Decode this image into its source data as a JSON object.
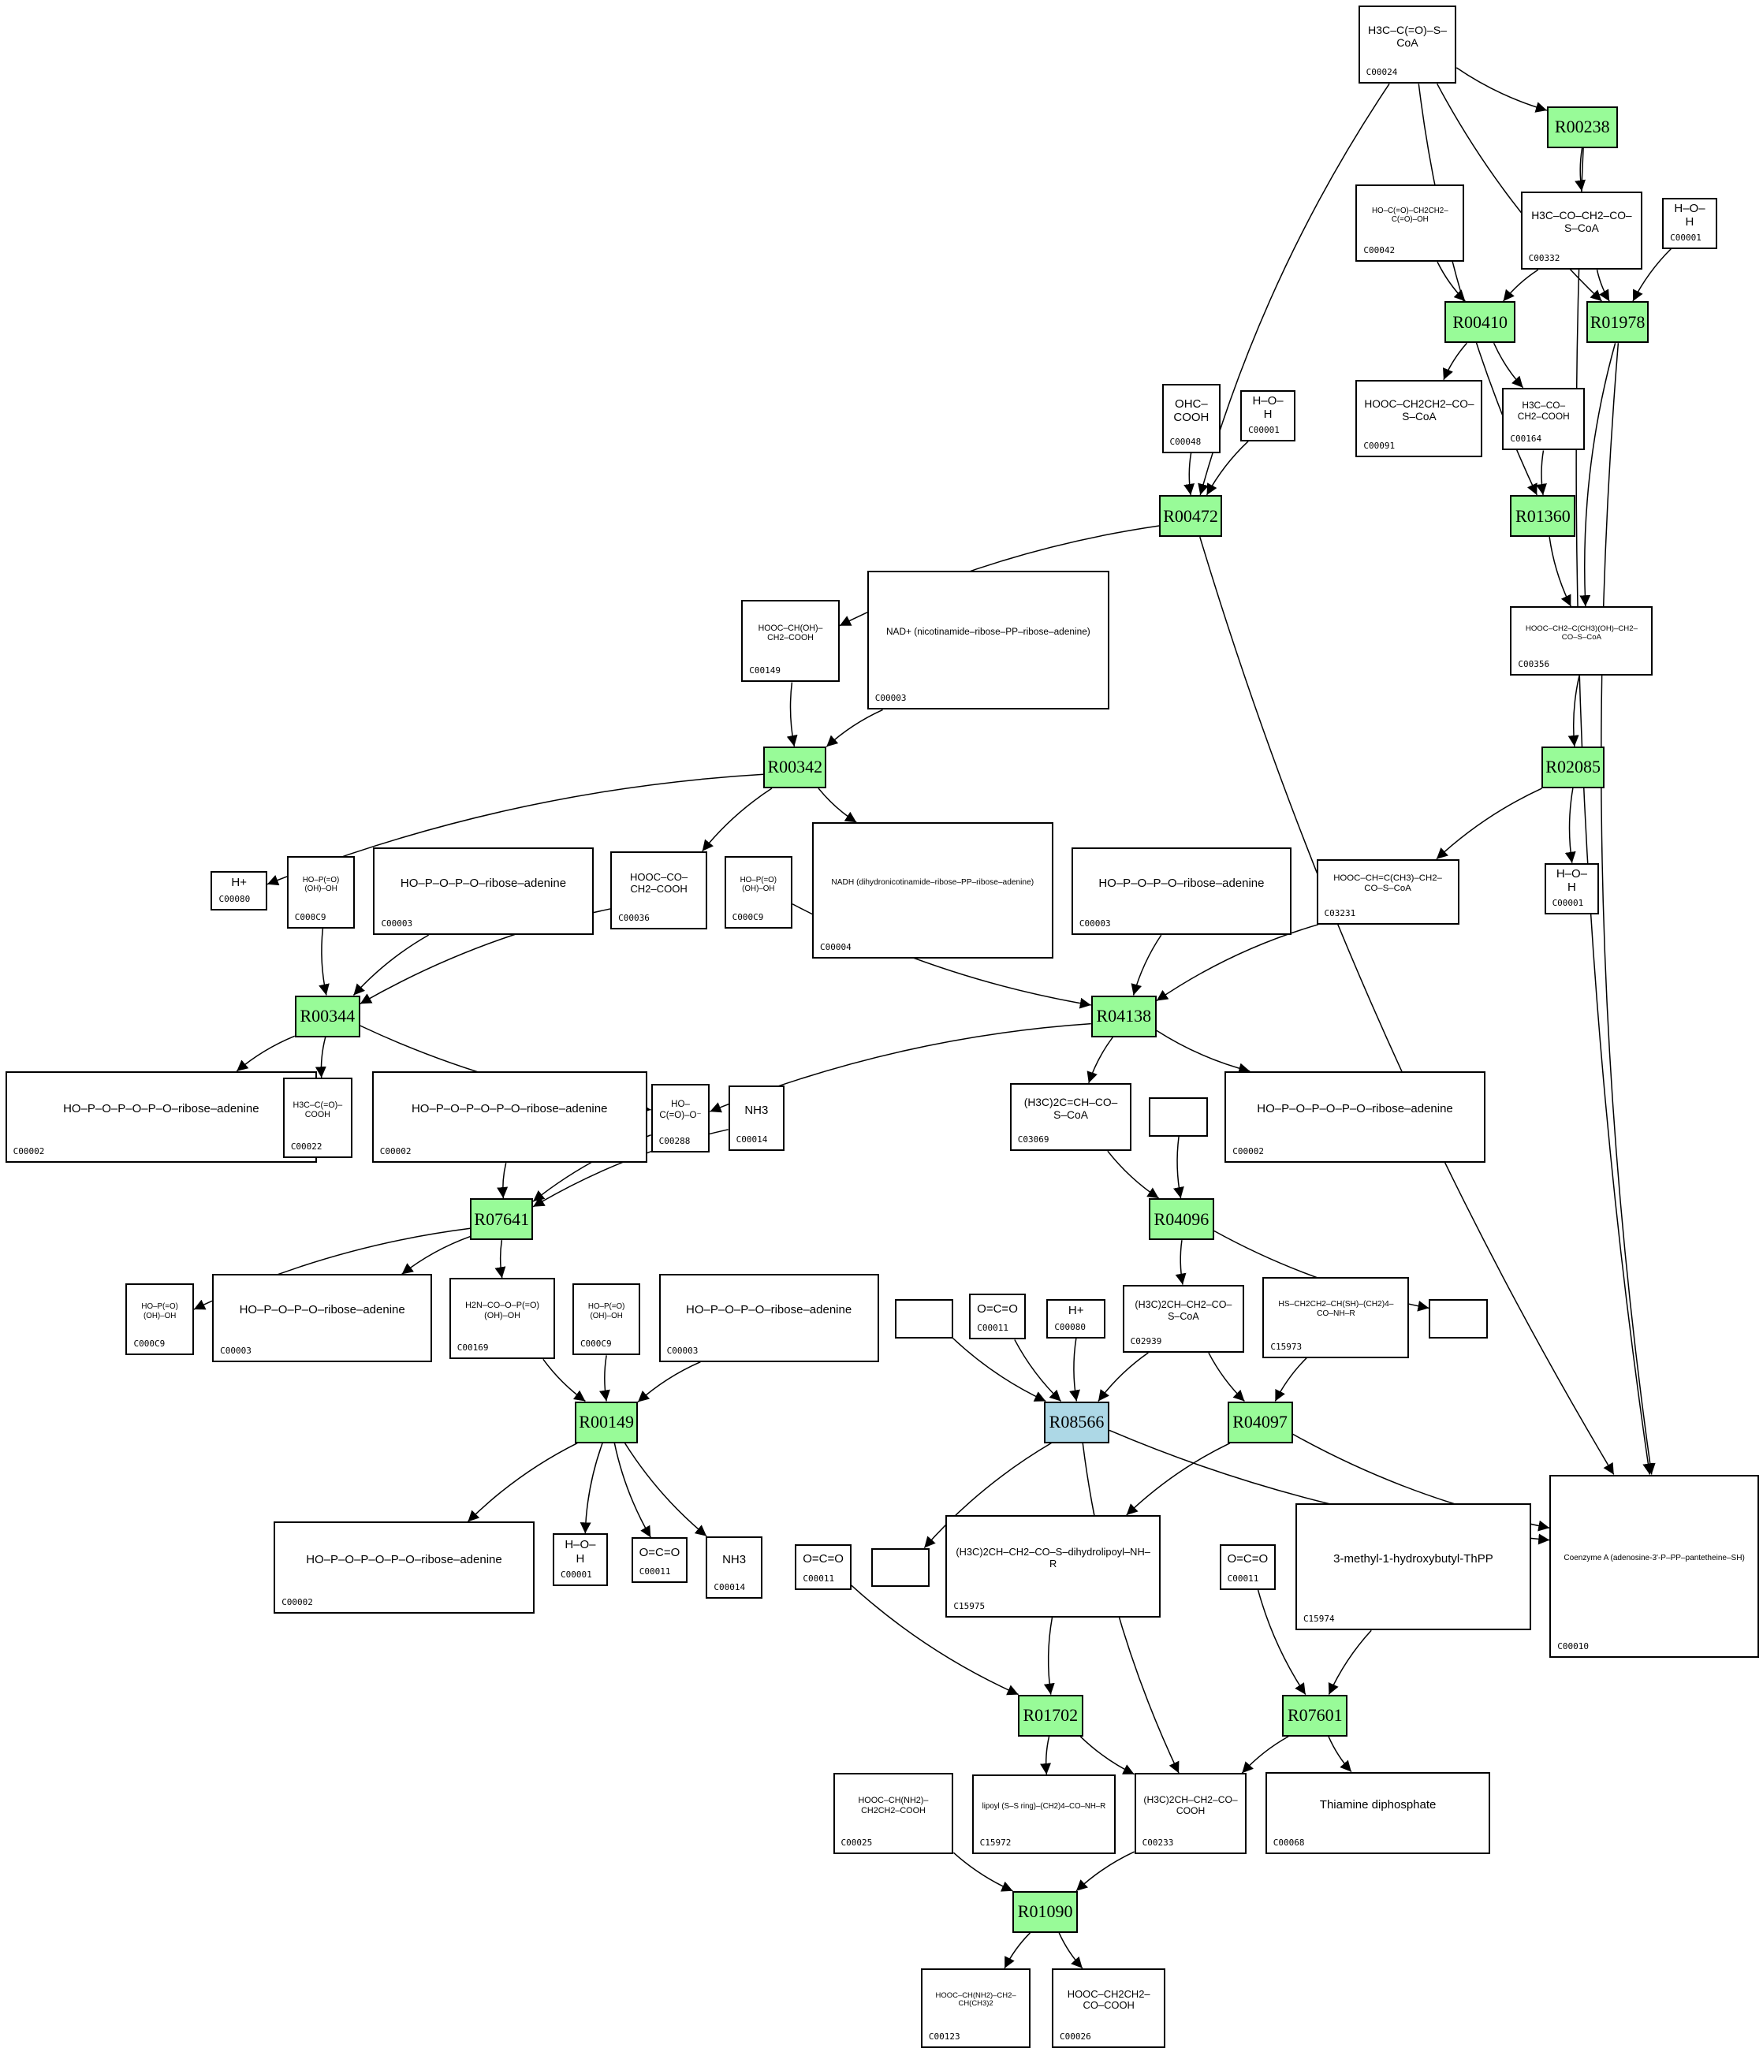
{
  "diagram": {
    "type": "metabolic-pathway-graph",
    "colors": {
      "reaction_fill": "#98fb98",
      "highlight_reaction_fill": "#add8e6",
      "compound_fill": "#ffffff",
      "edge": "#000000"
    },
    "reactions": [
      {
        "id": "R00238",
        "label": "R00238"
      },
      {
        "id": "R00410",
        "label": "R00410"
      },
      {
        "id": "R01978",
        "label": "R01978"
      },
      {
        "id": "R00472",
        "label": "R00472"
      },
      {
        "id": "R01360",
        "label": "R01360"
      },
      {
        "id": "R00342",
        "label": "R00342"
      },
      {
        "id": "R02085",
        "label": "R02085"
      },
      {
        "id": "R00344",
        "label": "R00344"
      },
      {
        "id": "R04138",
        "label": "R04138"
      },
      {
        "id": "R07641",
        "label": "R07641"
      },
      {
        "id": "R04096",
        "label": "R04096"
      },
      {
        "id": "R00149",
        "label": "R00149"
      },
      {
        "id": "R08566",
        "label": "R08566",
        "highlight": true
      },
      {
        "id": "R04097",
        "label": "R04097"
      },
      {
        "id": "R01702",
        "label": "R01702"
      },
      {
        "id": "R07601",
        "label": "R07601"
      },
      {
        "id": "R01090",
        "label": "R01090"
      }
    ],
    "compounds": [
      {
        "key": "c00024",
        "label": "C00024",
        "formula": "H3C–C(=O)–S–CoA"
      },
      {
        "key": "c00042",
        "label": "C00042",
        "formula": "HO–C(=O)–CH2CH2–C(=O)–OH"
      },
      {
        "key": "c00332",
        "label": "C00332",
        "formula": "H3C–CO–CH2–CO–S–CoA"
      },
      {
        "key": "c00001a",
        "label": "C00001",
        "formula": "H–O–H"
      },
      {
        "key": "c00048",
        "label": "C00048",
        "formula": "OHC–COOH"
      },
      {
        "key": "c00001b",
        "label": "C00001",
        "formula": "H–O–H"
      },
      {
        "key": "c00091",
        "label": "C00091",
        "formula": "HOOC–CH2CH2–CO–S–CoA"
      },
      {
        "key": "c00164",
        "label": "C00164",
        "formula": "H3C–CO–CH2–COOH"
      },
      {
        "key": "c00149",
        "label": "C00149",
        "formula": "HOOC–CH(OH)–CH2–COOH"
      },
      {
        "key": "c00003a",
        "label": "C00003",
        "formula": "NAD+ (nicotinamide–ribose–PP–ribose–adenine)"
      },
      {
        "key": "c00356",
        "label": "C00356",
        "formula": "HOOC–CH2–C(CH3)(OH)–CH2–CO–S–CoA"
      },
      {
        "key": "c00080a",
        "label": "C00080",
        "formula": "H+"
      },
      {
        "key": "c00009a",
        "label": "C000C9",
        "formula": "HO–P(=O)(OH)–OH"
      },
      {
        "key": "c00008a",
        "label": "C00003",
        "formula": "HO–P–O–P–O–ribose–adenine"
      },
      {
        "key": "c00036",
        "label": "C00036",
        "formula": "HOOC–CO–CH2–COOH"
      },
      {
        "key": "c00009b",
        "label": "C000C9",
        "formula": "HO–P(=O)(OH)–OH"
      },
      {
        "key": "c00004",
        "label": "C00004",
        "formula": "NADH (dihydronicotinamide–ribose–PP–ribose–adenine)"
      },
      {
        "key": "c00008b",
        "label": "C00003",
        "formula": "HO–P–O–P–O–ribose–adenine"
      },
      {
        "key": "c03231",
        "label": "C03231",
        "formula": "HOOC–CH=C(CH3)–CH2–CO–S–CoA"
      },
      {
        "key": "c00001c",
        "label": "C00001",
        "formula": "H–O–H"
      },
      {
        "key": "c00002a",
        "label": "C00002",
        "formula": "HO–P–O–P–O–P–O–ribose–adenine"
      },
      {
        "key": "c00022",
        "label": "C00022",
        "formula": "H3C–C(=O)–COOH"
      },
      {
        "key": "c00002b",
        "label": "C00002",
        "formula": "HO–P–O–P–O–P–O–ribose–adenine"
      },
      {
        "key": "c00288",
        "label": "C00288",
        "formula": "HO–C(=O)–O⁻"
      },
      {
        "key": "c00014a",
        "label": "C00014",
        "formula": "NH3"
      },
      {
        "key": "c03069",
        "label": "C03069",
        "formula": "(H3C)2C=CH–CO–S–CoA"
      },
      {
        "key": "empty1",
        "label": "",
        "formula": ""
      },
      {
        "key": "c00002c",
        "label": "C00002",
        "formula": "HO–P–O–P–O–P–O–ribose–adenine"
      },
      {
        "key": "c00009c",
        "label": "C000C9",
        "formula": "HO–P(=O)(OH)–OH"
      },
      {
        "key": "c00008c",
        "label": "C00003",
        "formula": "HO–P–O–P–O–ribose–adenine"
      },
      {
        "key": "c00169",
        "label": "C00169",
        "formula": "H2N–CO–O–P(=O)(OH)–OH"
      },
      {
        "key": "c00009d",
        "label": "C000C9",
        "formula": "HO–P(=O)(OH)–OH"
      },
      {
        "key": "c00008d",
        "label": "C00003",
        "formula": "HO–P–O–P–O–ribose–adenine"
      },
      {
        "key": "empty2",
        "label": "",
        "formula": ""
      },
      {
        "key": "c00011a",
        "label": "C00011",
        "formula": "O=C=O"
      },
      {
        "key": "c00080b",
        "label": "C00080",
        "formula": "H+"
      },
      {
        "key": "c02939",
        "label": "C02939",
        "formula": "(H3C)2CH–CH2–CO–S–CoA"
      },
      {
        "key": "c15973",
        "label": "C15973",
        "formula": "HS–CH2CH2–CH(SH)–(CH2)4–CO–NH–R"
      },
      {
        "key": "empty3",
        "label": "",
        "formula": ""
      },
      {
        "key": "c00002d",
        "label": "C00002",
        "formula": "HO–P–O–P–O–P–O–ribose–adenine"
      },
      {
        "key": "c00001d",
        "label": "C00001",
        "formula": "H–O–H"
      },
      {
        "key": "c00011b",
        "label": "C00011",
        "formula": "O=C=O"
      },
      {
        "key": "c00014b",
        "label": "C00014",
        "formula": "NH3"
      },
      {
        "key": "c00011c",
        "label": "C00011",
        "formula": "O=C=O"
      },
      {
        "key": "empty4",
        "label": "",
        "formula": ""
      },
      {
        "key": "c15975",
        "label": "C15975",
        "formula": "(H3C)2CH–CH2–CO–S–dihydrolipoyl–NH–R"
      },
      {
        "key": "c00011d",
        "label": "C00011",
        "formula": "O=C=O"
      },
      {
        "key": "c15974",
        "label": "C15974",
        "formula": "3-methyl-1-hydroxybutyl-ThPP"
      },
      {
        "key": "c00010",
        "label": "C00010",
        "formula": "Coenzyme A (adenosine-3'-P–PP–pantetheine–SH)"
      },
      {
        "key": "c00025",
        "label": "C00025",
        "formula": "HOOC–CH(NH2)–CH2CH2–COOH"
      },
      {
        "key": "c15972",
        "label": "C15972",
        "formula": "lipoyl (S–S ring)–(CH2)4–CO–NH–R"
      },
      {
        "key": "c00233",
        "label": "C00233",
        "formula": "(H3C)2CH–CH2–CO–COOH"
      },
      {
        "key": "c00068",
        "label": "C00068",
        "formula": "Thiamine diphosphate"
      },
      {
        "key": "c00123",
        "label": "C00123",
        "formula": "HOOC–CH(NH2)–CH2–CH(CH3)2"
      },
      {
        "key": "c00026",
        "label": "C00026",
        "formula": "HOOC–CH2CH2–CO–COOH"
      }
    ],
    "edges": [
      [
        "c00024",
        "R00238"
      ],
      [
        "R00238",
        "c00332"
      ],
      [
        "c00024",
        "R00472"
      ],
      [
        "c00024",
        "R01978"
      ],
      [
        "c00024",
        "R01360"
      ],
      [
        "c00042",
        "R00410"
      ],
      [
        "c00332",
        "R00410"
      ],
      [
        "c00332",
        "R01978"
      ],
      [
        "c00001a",
        "R01978"
      ],
      [
        "R00410",
        "c00091"
      ],
      [
        "R00410",
        "c00164"
      ],
      [
        "c00164",
        "R01360"
      ],
      [
        "c00048",
        "R00472"
      ],
      [
        "c00001b",
        "R00472"
      ],
      [
        "R01360",
        "c00356"
      ],
      [
        "R01978",
        "c00356"
      ],
      [
        "R00472",
        "c00149"
      ],
      [
        "c00149",
        "R00342"
      ],
      [
        "c00003a",
        "R00342"
      ],
      [
        "R00342",
        "c00080a"
      ],
      [
        "R00342",
        "c00036"
      ],
      [
        "R00342",
        "c00004"
      ],
      [
        "c00356",
        "R02085"
      ],
      [
        "R02085",
        "c03231"
      ],
      [
        "R02085",
        "c00001c"
      ],
      [
        "c00009a",
        "R00344"
      ],
      [
        "c00008a",
        "R00344"
      ],
      [
        "c00036",
        "R00344"
      ],
      [
        "c00009b",
        "R04138"
      ],
      [
        "c00008b",
        "R04138"
      ],
      [
        "c03231",
        "R04138"
      ],
      [
        "R00344",
        "c00002a"
      ],
      [
        "R00344",
        "c00022"
      ],
      [
        "R00344",
        "c00288"
      ],
      [
        "R04138",
        "c00288"
      ],
      [
        "R04138",
        "c03069"
      ],
      [
        "R04138",
        "c00002c"
      ],
      [
        "c00002b",
        "R07641"
      ],
      [
        "c00288",
        "R07641"
      ],
      [
        "c00014a",
        "R07641"
      ],
      [
        "c03069",
        "R04096"
      ],
      [
        "empty1",
        "R04096"
      ],
      [
        "R04096",
        "c02939"
      ],
      [
        "R04096",
        "empty3"
      ],
      [
        "R07641",
        "c00009c"
      ],
      [
        "R07641",
        "c00008c"
      ],
      [
        "R07641",
        "c00169"
      ],
      [
        "c00169",
        "R00149"
      ],
      [
        "c00009d",
        "R00149"
      ],
      [
        "c00008d",
        "R00149"
      ],
      [
        "R00149",
        "c00002d"
      ],
      [
        "R00149",
        "c00001d"
      ],
      [
        "R00149",
        "c00011b"
      ],
      [
        "R00149",
        "c00014b"
      ],
      [
        "empty2",
        "R08566"
      ],
      [
        "c00011a",
        "R08566"
      ],
      [
        "c00080b",
        "R08566"
      ],
      [
        "c02939",
        "R08566"
      ],
      [
        "c02939",
        "R04097"
      ],
      [
        "c15973",
        "R04097"
      ],
      [
        "R08566",
        "empty4"
      ],
      [
        "R08566",
        "c00233"
      ],
      [
        "R08566",
        "c00010"
      ],
      [
        "R04097",
        "c15975"
      ],
      [
        "R04097",
        "c00010"
      ],
      [
        "R00238",
        "c00010"
      ],
      [
        "R01978",
        "c00010"
      ],
      [
        "R00472",
        "c00010"
      ],
      [
        "c00011c",
        "R01702"
      ],
      [
        "c15975",
        "R01702"
      ],
      [
        "R01702",
        "c15972"
      ],
      [
        "R01702",
        "c00233"
      ],
      [
        "c00011d",
        "R07601"
      ],
      [
        "c15974",
        "R07601"
      ],
      [
        "R07601",
        "c00233"
      ],
      [
        "R07601",
        "c00068"
      ],
      [
        "c00025",
        "R01090"
      ],
      [
        "c00233",
        "R01090"
      ],
      [
        "R01090",
        "c00123"
      ],
      [
        "R01090",
        "c00026"
      ]
    ]
  }
}
